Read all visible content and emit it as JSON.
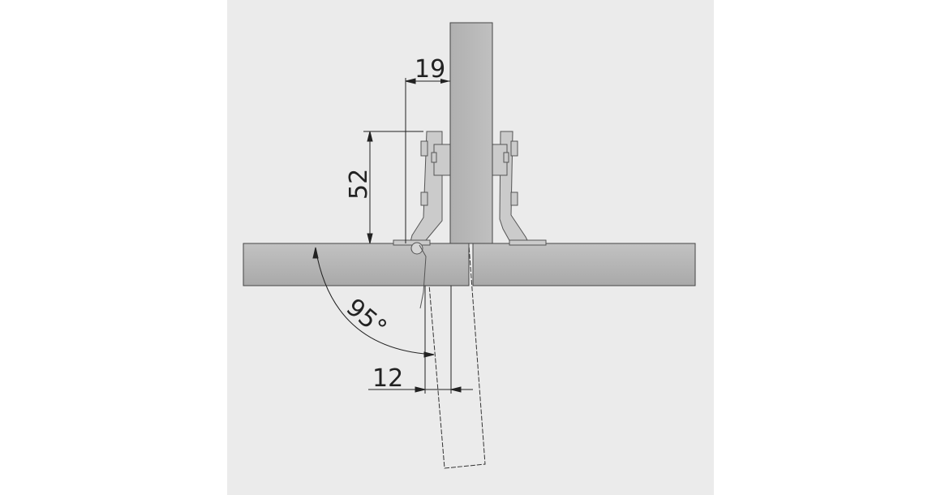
{
  "dimensions": {
    "overlay_width": "19",
    "hinge_height": "52",
    "opening_angle": "95°",
    "offset": "12"
  },
  "colors": {
    "background": "#ebebeb",
    "panel": "#b9b9b9",
    "hinge": "#c8c8c8",
    "line": "#222222"
  }
}
